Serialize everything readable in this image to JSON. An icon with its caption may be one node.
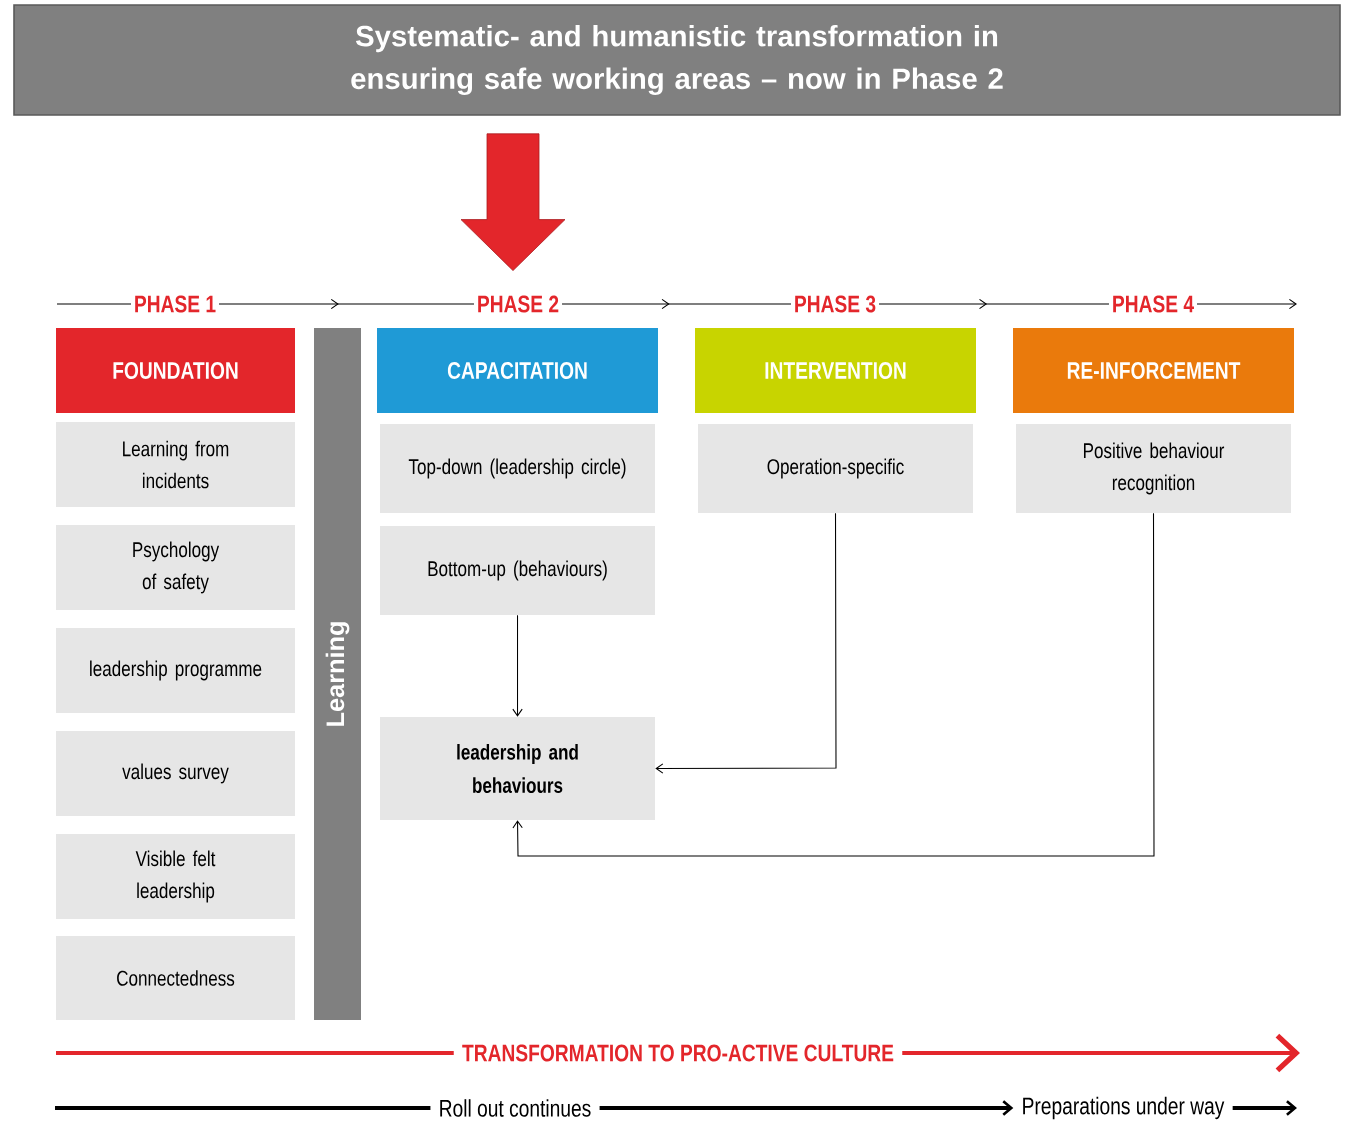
{
  "diagram": {
    "nodes": [
      {
        "text": [
          "Systematic- and humanistic transformation in ensuring safe working areas – now in Phase 2"
        ]
      },
      {
        "text": [
          "PHASE 1"
        ]
      },
      {
        "text": [
          "PHASE 2"
        ]
      },
      {
        "text": [
          "PHASE 3"
        ]
      },
      {
        "text": [
          "PHASE 4"
        ]
      },
      {
        "text": [
          "FOUNDATION"
        ]
      },
      {
        "text": [
          "Learning from incidents"
        ]
      },
      {
        "text": [
          "Psychology of safety"
        ]
      },
      {
        "text": [
          "leadership programme"
        ]
      },
      {
        "text": [
          "values survey"
        ]
      },
      {
        "text": [
          "Visible felt leadership"
        ]
      },
      {
        "text": [
          "Connectedness"
        ]
      },
      {
        "text": [
          "Learning"
        ]
      },
      {
        "text": [
          "CAPACITATION"
        ]
      },
      {
        "text": [
          "Top-down (leadership circle)"
        ]
      },
      {
        "text": [
          "Bottom-up (behaviours)"
        ]
      },
      {
        "text": [
          "leadership and behaviours"
        ]
      },
      {
        "text": [
          "INTERVENTION"
        ]
      },
      {
        "text": [
          "Operation-specific"
        ]
      },
      {
        "text": [
          "RE-INFORCEMENT"
        ]
      },
      {
        "text": [
          "Positive behaviour recognition"
        ]
      },
      {
        "text": [
          "TRANSFORMATION TO PRO-ACTIVE CULTURE"
        ]
      },
      {
        "text": [
          "Roll out continues"
        ]
      },
      {
        "text": [
          "Preparations under way"
        ]
      }
    ],
    "edges": [
      {
        "from": null,
        "to": 1,
        "arrow": "none"
      },
      {
        "from": 1,
        "to": 2,
        "arrow": "to"
      },
      {
        "from": 2,
        "to": 3,
        "arrow": "to"
      },
      {
        "from": 3,
        "to": 4,
        "arrow": "to"
      },
      {
        "from": 4,
        "to": null,
        "arrow": "to"
      },
      {
        "from": 15,
        "to": 16,
        "arrow": "to"
      },
      {
        "from": 18,
        "to": 16,
        "arrow": "to"
      },
      {
        "from": 20,
        "to": 16,
        "arrow": "to"
      },
      {
        "from": null,
        "to": 21,
        "arrow": "none",
        "style": "thick",
        "color": "#e3262b"
      },
      {
        "from": 21,
        "to": null,
        "arrow": "to",
        "style": "thick",
        "color": "#e3262b"
      },
      {
        "from": null,
        "to": 22,
        "arrow": "none",
        "style": "thick"
      },
      {
        "from": 22,
        "to": 23,
        "arrow": "to",
        "style": "thick"
      },
      {
        "from": 23,
        "to": null,
        "arrow": "to",
        "style": "thick"
      },
      {
        "from": 0,
        "to": 2,
        "arrow": "to",
        "style": "thick",
        "color": "#e3262b"
      }
    ]
  }
}
